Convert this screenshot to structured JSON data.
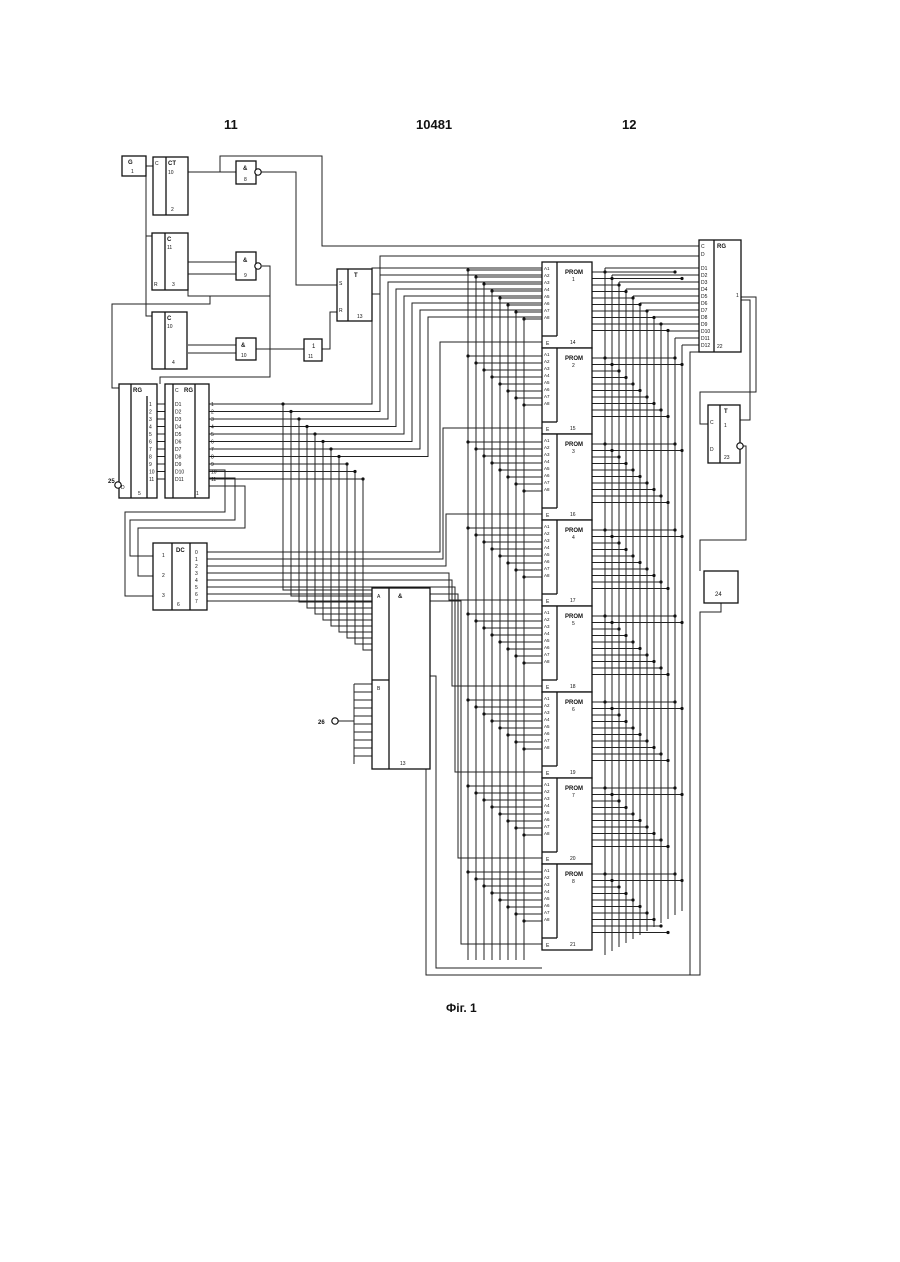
{
  "header": {
    "left_page": "11",
    "patent_number": "10481",
    "right_page": "12"
  },
  "caption": "Фіг. 1",
  "blocks": {
    "generator": {
      "label": "G",
      "num": "1"
    },
    "counter2": {
      "label": "CT",
      "c_pin": "C",
      "num_a": "10",
      "num": "2"
    },
    "counter3": {
      "label": "C",
      "num_a": "11",
      "num": "3",
      "r_pin": "R"
    },
    "counter4": {
      "label": "C",
      "num_a": "10",
      "num": "4"
    },
    "and8": {
      "label": "&",
      "num": "8"
    },
    "and9": {
      "label": "&",
      "num": "9"
    },
    "and10": {
      "label": "&",
      "num": "10"
    },
    "gate11": {
      "label": "1",
      "num": "11"
    },
    "trigger13": {
      "label": "T",
      "num": "13",
      "s_pin": "S",
      "r_pin": "R"
    },
    "shiftreg": {
      "label": "RG",
      "num": "5",
      "d_pin": "D",
      "pins": [
        "1",
        "2",
        "3",
        "4",
        "5",
        "6",
        "7",
        "8",
        "9",
        "10",
        "11"
      ]
    },
    "register": {
      "label": "RG",
      "c_pin": "C",
      "num": "1",
      "d_pins": [
        "D1",
        "D2",
        "D3",
        "D4",
        "D5",
        "D6",
        "D7",
        "D8",
        "D9",
        "D10",
        "D11"
      ],
      "q_pins": [
        "1",
        "2",
        "3",
        "4",
        "5",
        "6",
        "7",
        "8",
        "9",
        "10",
        "11"
      ]
    },
    "decoder": {
      "label": "DC",
      "num": "6",
      "in_pins": [
        "1",
        "2",
        "3"
      ],
      "out_pins": [
        "0",
        "1",
        "2",
        "3",
        "4",
        "5",
        "6",
        "7"
      ]
    },
    "mux": {
      "a_pin": "A",
      "b_pin": "B",
      "sel": "&",
      "num": "13"
    },
    "outreg": {
      "label": "RG",
      "num": "22",
      "c_pin": "C",
      "d_pin": "D",
      "pins": [
        "D1",
        "D2",
        "D3",
        "D4",
        "D5",
        "D6",
        "D7",
        "D8",
        "D9",
        "D10",
        "D11",
        "D12"
      ],
      "q": "1"
    },
    "trigger23": {
      "label": "T",
      "num": "23",
      "c_pin": "C",
      "d_pin": "D",
      "q": "1"
    },
    "block24": {
      "num": "24"
    },
    "terminal25": {
      "num": "25"
    },
    "terminal26": {
      "num": "26"
    }
  },
  "proms": [
    {
      "label": "PROM",
      "index": "1",
      "num": "14",
      "enable": "E"
    },
    {
      "label": "PROM",
      "index": "2",
      "num": "15",
      "enable": "E"
    },
    {
      "label": "PROM",
      "index": "3",
      "num": "16",
      "enable": "E"
    },
    {
      "label": "PROM",
      "index": "4",
      "num": "17",
      "enable": "E"
    },
    {
      "label": "PROM",
      "index": "5",
      "num": "18",
      "enable": "E"
    },
    {
      "label": "PROM",
      "index": "6",
      "num": "19",
      "enable": "E"
    },
    {
      "label": "PROM",
      "index": "7",
      "num": "20",
      "enable": "E"
    },
    {
      "label": "PROM",
      "index": "8",
      "num": "21",
      "enable": "E"
    }
  ],
  "prom_address_pins": [
    "A1",
    "A2",
    "A3",
    "A4",
    "A5",
    "A6",
    "A7",
    "A8"
  ]
}
